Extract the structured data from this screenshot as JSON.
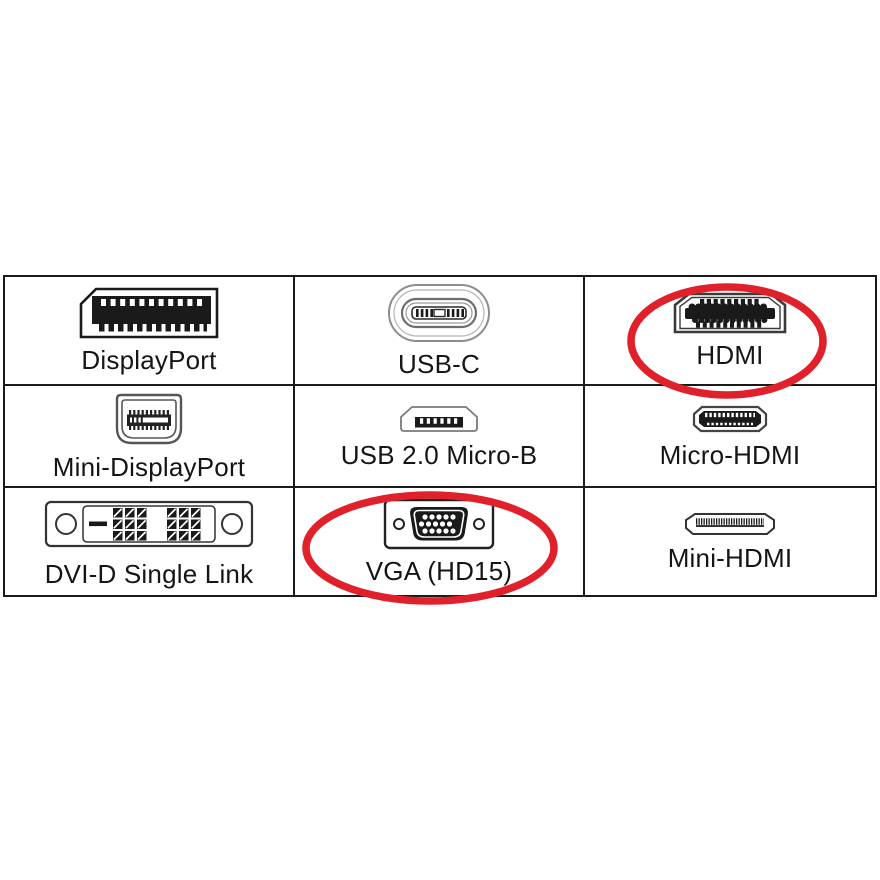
{
  "grid": {
    "rows": 3,
    "cols": 3,
    "border_color": "#1a1a1a"
  },
  "highlight": {
    "color": "#e0202a"
  },
  "cells": [
    {
      "label": "DisplayPort",
      "icon": "displayport-connector-icon",
      "circled": false
    },
    {
      "label": "USB-C",
      "icon": "usb-c-connector-icon",
      "circled": false
    },
    {
      "label": "HDMI",
      "icon": "hdmi-connector-icon",
      "circled": true
    },
    {
      "label": "Mini-DisplayPort",
      "icon": "mini-displayport-connector-icon",
      "circled": false
    },
    {
      "label": "USB 2.0 Micro-B",
      "icon": "usb-micro-b-connector-icon",
      "circled": false
    },
    {
      "label": "Micro-HDMI",
      "icon": "micro-hdmi-connector-icon",
      "circled": false
    },
    {
      "label": "DVI-D Single Link",
      "icon": "dvi-d-connector-icon",
      "circled": false
    },
    {
      "label": "VGA (HD15)",
      "icon": "vga-connector-icon",
      "circled": true
    },
    {
      "label": "Mini-HDMI",
      "icon": "mini-hdmi-connector-icon",
      "circled": false
    }
  ]
}
